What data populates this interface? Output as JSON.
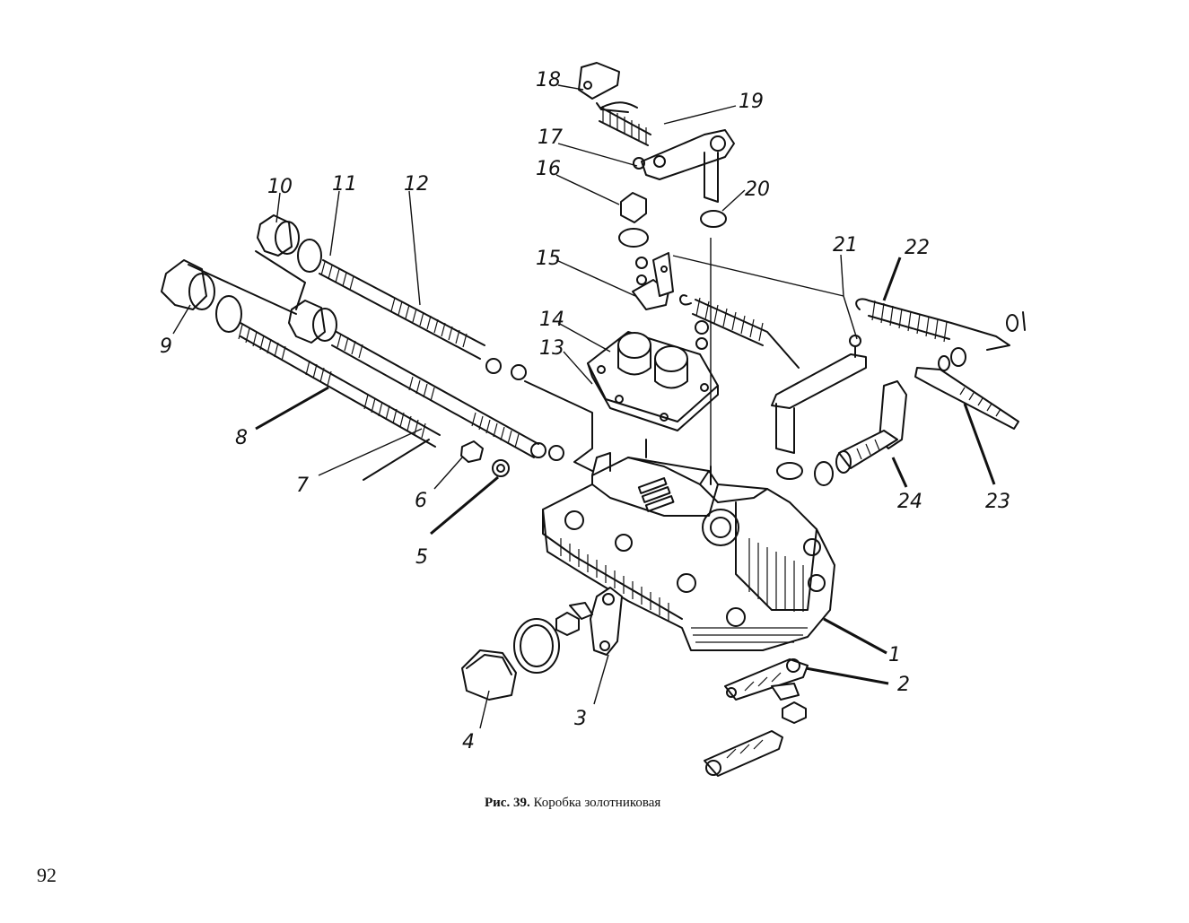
{
  "figure": {
    "caption_prefix": "Рис. 39.",
    "caption_text": "Коробка золотниковая"
  },
  "page_number": "92",
  "callouts": [
    {
      "id": "1",
      "label": "1"
    },
    {
      "id": "2",
      "label": "2"
    },
    {
      "id": "3",
      "label": "3"
    },
    {
      "id": "4",
      "label": "4"
    },
    {
      "id": "5",
      "label": "5"
    },
    {
      "id": "6",
      "label": "6"
    },
    {
      "id": "7",
      "label": "7"
    },
    {
      "id": "8",
      "label": "8"
    },
    {
      "id": "9",
      "label": "9"
    },
    {
      "id": "10",
      "label": "10"
    },
    {
      "id": "11",
      "label": "11"
    },
    {
      "id": "12",
      "label": "12"
    },
    {
      "id": "13",
      "label": "13"
    },
    {
      "id": "14",
      "label": "14"
    },
    {
      "id": "15",
      "label": "15"
    },
    {
      "id": "16",
      "label": "16"
    },
    {
      "id": "17",
      "label": "17"
    },
    {
      "id": "18",
      "label": "18"
    },
    {
      "id": "19",
      "label": "19"
    },
    {
      "id": "20",
      "label": "20"
    },
    {
      "id": "21",
      "label": "21"
    },
    {
      "id": "22",
      "label": "22"
    },
    {
      "id": "23",
      "label": "23"
    },
    {
      "id": "24",
      "label": "24"
    }
  ]
}
